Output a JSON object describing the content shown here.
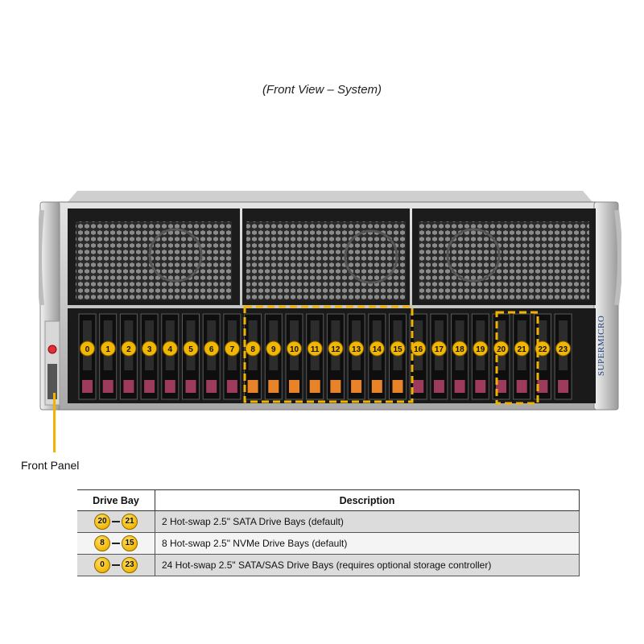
{
  "title": "(Front View – System)",
  "front_panel_label": "Front Panel",
  "brand": "SUPERMICRO",
  "drive_bays": [
    "0",
    "1",
    "2",
    "3",
    "4",
    "5",
    "6",
    "7",
    "8",
    "9",
    "10",
    "11",
    "12",
    "13",
    "14",
    "15",
    "16",
    "17",
    "18",
    "19",
    "20",
    "21",
    "22",
    "23"
  ],
  "table": {
    "headers": [
      "Drive Bay",
      "Description"
    ],
    "rows": [
      {
        "from": "20",
        "to": "21",
        "description": "2 Hot-swap 2.5\" SATA Drive Bays (default)"
      },
      {
        "from": "8",
        "to": "15",
        "description": "8 Hot-swap 2.5\" NVMe Drive Bays (default)"
      },
      {
        "from": "0",
        "to": "23",
        "description": "24 Hot-swap 2.5\" SATA/SAS Drive Bays (requires optional storage controller)"
      }
    ]
  },
  "colors": {
    "badge": "#f2b705",
    "highlight": "#f0b400",
    "nvme_latch": "#e8832a",
    "sata_latch": "#9c3b5c"
  }
}
